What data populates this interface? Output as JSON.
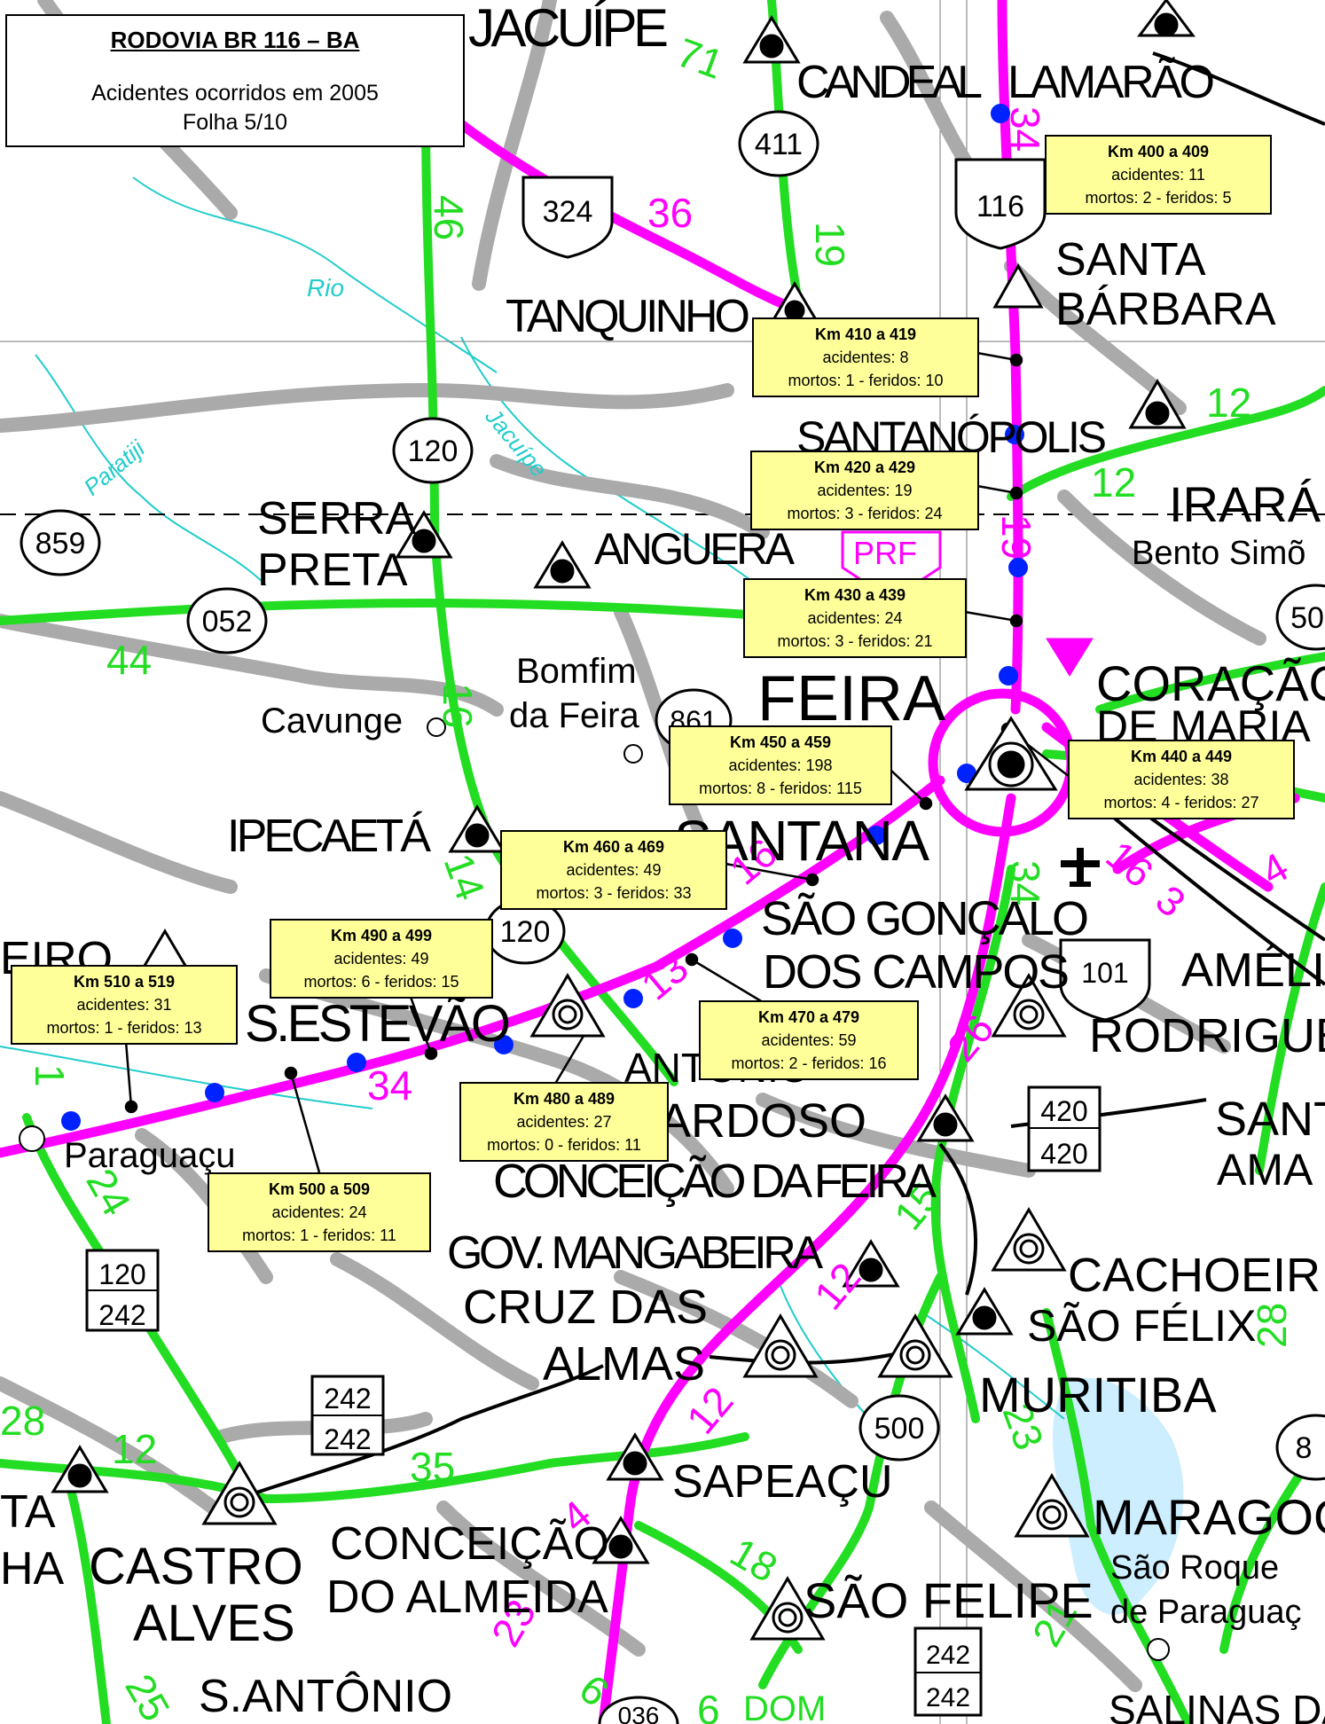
{
  "title": {
    "road": "RODOVIA BR 116 – BA",
    "subtitle": "Acidentes ocorridos em 2005",
    "sheet": "Folha 5/10"
  },
  "callouts": [
    {
      "km": "Km 400 a 409",
      "acidentes": "acidentes: 11",
      "vitimas": "mortos: 2 - feridos: 5"
    },
    {
      "km": "Km 410 a 419",
      "acidentes": "acidentes: 8",
      "vitimas": "mortos: 1 - feridos: 10"
    },
    {
      "km": "Km 420 a 429",
      "acidentes": "acidentes: 19",
      "vitimas": "mortos: 3 - feridos: 24"
    },
    {
      "km": "Km 430 a 439",
      "acidentes": "acidentes: 24",
      "vitimas": "mortos: 3 - feridos: 21"
    },
    {
      "km": "Km 440 a 449",
      "acidentes": "acidentes: 38",
      "vitimas": "mortos: 4 - feridos: 27"
    },
    {
      "km": "Km 450 a 459",
      "acidentes": "acidentes: 198",
      "vitimas": "mortos: 8 - feridos: 115"
    },
    {
      "km": "Km 460 a 469",
      "acidentes": "acidentes: 49",
      "vitimas": "mortos: 3 - feridos: 33"
    },
    {
      "km": "Km 470 a 479",
      "acidentes": "acidentes: 59",
      "vitimas": "mortos: 2 - feridos: 16"
    },
    {
      "km": "Km 480 a 489",
      "acidentes": "acidentes: 27",
      "vitimas": "mortos: 0 - feridos: 11"
    },
    {
      "km": "Km 490 a 499",
      "acidentes": "acidentes: 49",
      "vitimas": "mortos: 6 - feridos: 15"
    },
    {
      "km": "Km 500 a 509",
      "acidentes": "acidentes: 24",
      "vitimas": "mortos: 1 - feridos: 11"
    },
    {
      "km": "Km 510 a 519",
      "acidentes": "acidentes: 31",
      "vitimas": "mortos: 1 - feridos: 13"
    }
  ],
  "places": {
    "jacuipe": "JACUÍPE",
    "candeal": "CANDEAL",
    "lamarao": "LAMARÃO",
    "santa1": "SANTA",
    "santa2": "BÁRBARA",
    "tanquinho": "TANQUINHO",
    "santanopolis": "SANTANÓPOLIS",
    "irara": "IRARÁ",
    "bento": "Bento Simõ",
    "serra1": "SERRA",
    "serra2": "PRETA",
    "anguera": "ANGUERA",
    "prf": "PRF",
    "bomfim1": "Bomfim",
    "bomfim2": "da Feira",
    "feira": "FEIRA",
    "santana": "SANTANA",
    "coracao1": "CORAÇÃO",
    "coracao2": "DE MARIA",
    "cavunge": "Cavunge",
    "ipecaeta": "IPECAETÁ",
    "saogoncalo1": "SÃO GONÇALO",
    "saogoncalo2": "DOS CAMPOS",
    "amelia": "AMÉLIA",
    "rodrigues": "RODRIGUE",
    "sestevao": "S.ESTEVÃO",
    "antonio1": "ANTÔNIO",
    "antonio2": "CARDOSO",
    "eiro": "EIRO",
    "paraguacu": "Paraguaçu",
    "conceicaofeira": "CONCEIÇÃO DA FEIRA",
    "santamaro1": "SANT",
    "santamaro2": "AMA",
    "govmang": "GOV. MANGABEIRA",
    "cachoeira": "CACHOEIR",
    "saofelix": "SÃO FÉLIX",
    "cruz1": "CRUZ DAS",
    "cruz2": "ALMAS",
    "muritiba": "MURITIBA",
    "sapeacu": "SAPEAÇU",
    "maragogipe": "MARAGOG",
    "saoroque1": "São Roque",
    "saoroque2": "de Paraguaç",
    "castro1": "CASTRO",
    "castro2": "ALVES",
    "ta": "TA",
    "ha": "HA",
    "concalm1": "CONCEIÇÃO",
    "concalm2": "DO ALMEIDA",
    "saofelipe": "SÃO FELIPE",
    "santonio": "S.ANTÔNIO",
    "dom": "DOM",
    "salinas": "SALINAS DA",
    "rio": "Rio",
    "jacuipe_river": "Jacuípe",
    "paratiji": "Paratiji"
  },
  "shields": {
    "s324": "324",
    "s116": "116",
    "s411": "411",
    "s120a": "120",
    "s859": "859",
    "s052": "052",
    "s861": "861",
    "s120b": "120",
    "s101": "101",
    "s420a": "420",
    "s420b": "420",
    "s120c": "120",
    "s242c": "242",
    "s242a": "242",
    "s242b": "242",
    "s500": "500",
    "s242d": "242",
    "s242e": "242",
    "s50": "50",
    "s8": "8",
    "s036": "036"
  },
  "distances": {
    "d71": "71",
    "d34a": "34",
    "d36": "36",
    "d46": "46",
    "d19a": "19",
    "d12a": "12",
    "d12b": "12",
    "d19b": "19",
    "d44": "44",
    "d16a": "16",
    "d14": "14",
    "d16b": "16",
    "d4": "4",
    "d3": "3",
    "d34b": "34",
    "d16c": "16",
    "d13": "13",
    "d34c": "34",
    "d1": "1",
    "d26": "26",
    "d24": "24",
    "d15": "15",
    "d12c": "12",
    "d12d": "12",
    "d28a": "28",
    "d12e": "12",
    "d35": "35",
    "d23a": "23",
    "d28b": "28",
    "d4b": "4",
    "d18": "18",
    "d23b": "23",
    "d25": "25",
    "d6a": "6",
    "d6b": "6",
    "d21": "21"
  },
  "colors": {
    "federal": "#ff00ff",
    "state": "#22dd22",
    "local": "#aaaaaa",
    "marker": "#0022ff",
    "callout": "#ffff99",
    "river": "#22cccc",
    "water": "#cceeff"
  }
}
